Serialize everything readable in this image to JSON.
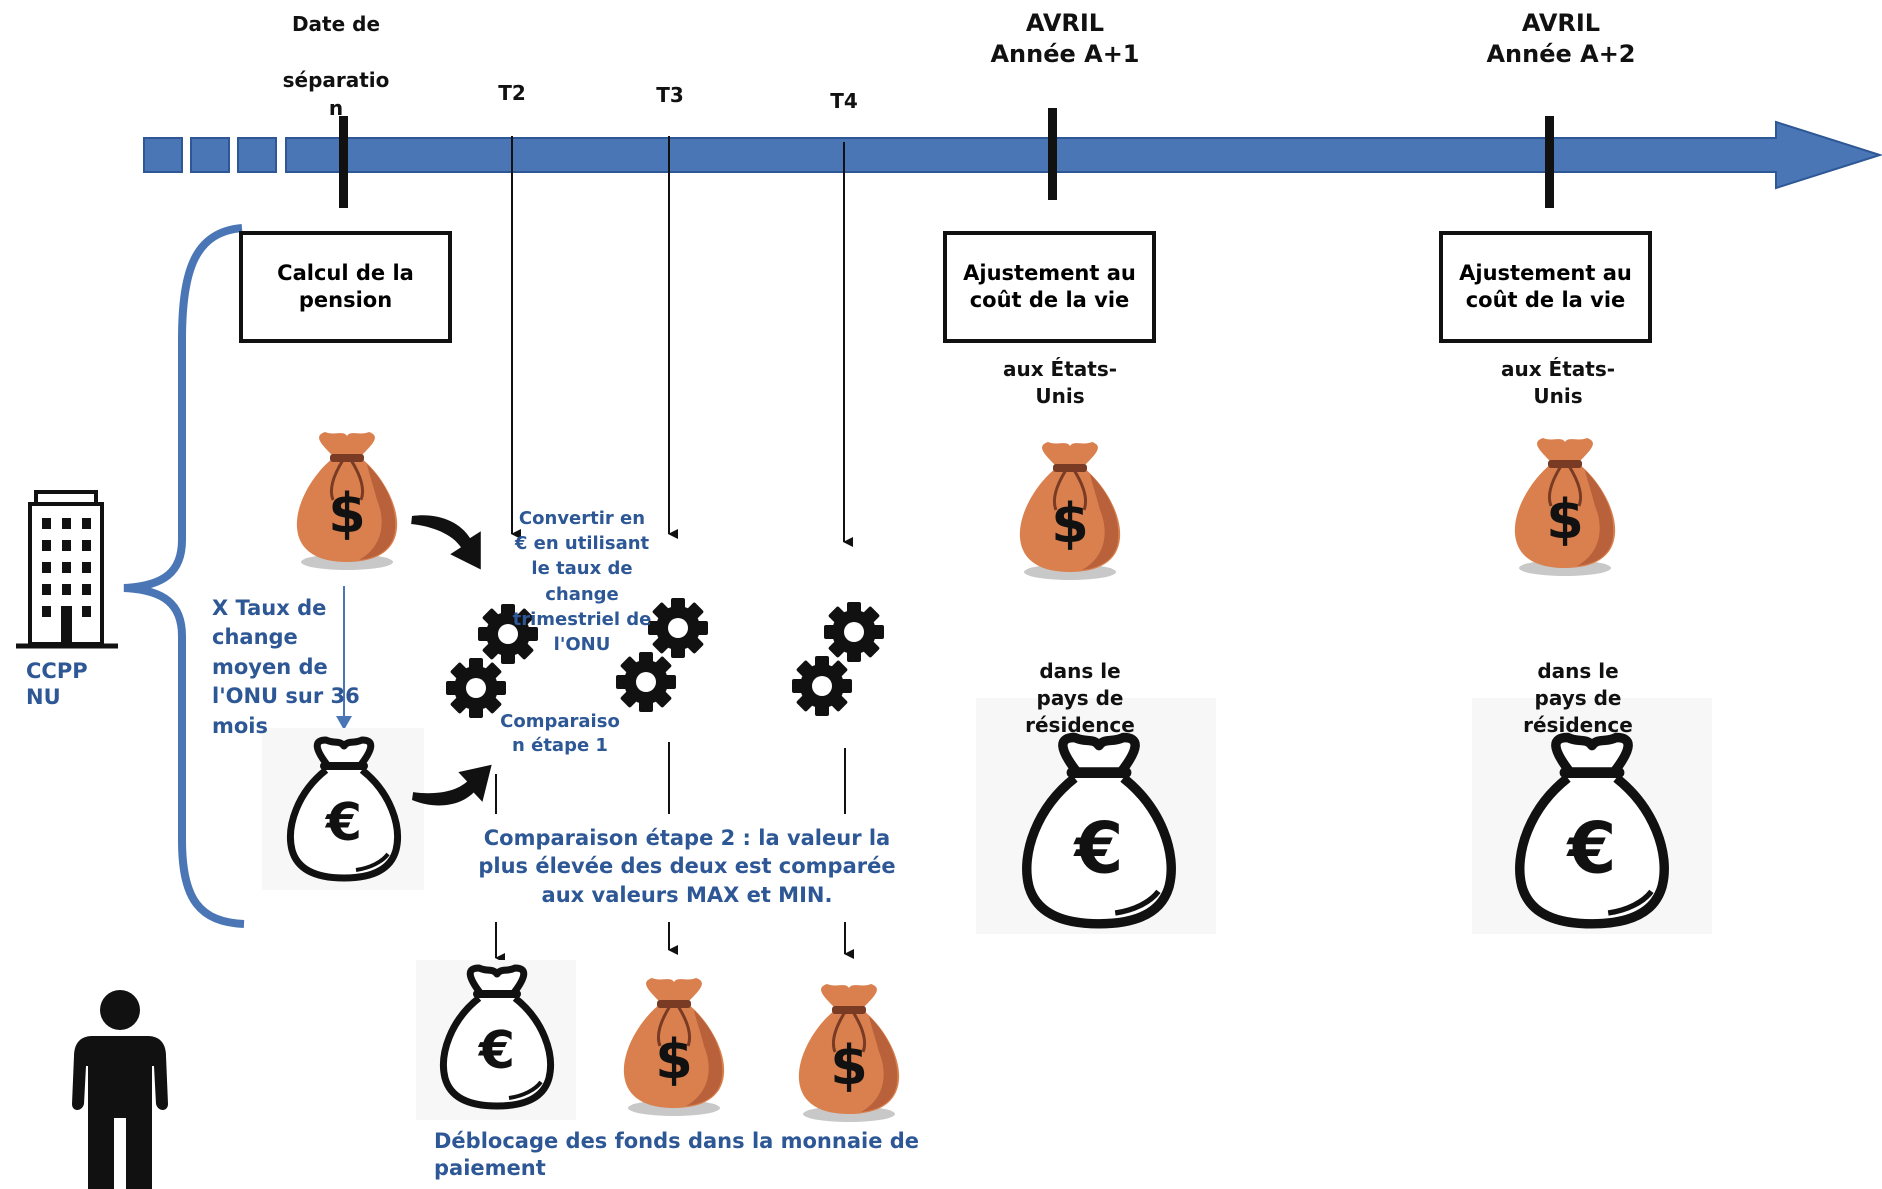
{
  "timeline": {
    "separation_label": "Date de\n\nséparatio\nn",
    "t2_label": "T2",
    "t3_label": "T3",
    "t4_label": "T4",
    "april_a1_label": "AVRIL\nAnnée A+1",
    "april_a2_label": "AVRIL\nAnnée A+2"
  },
  "boxes": {
    "pension_calc": "Calcul de la\npension",
    "cola_a1": "Ajustement au\ncoût de la vie",
    "cola_a2": "Ajustement au\ncoût de la vie"
  },
  "labels": {
    "us_a1": "aux États-\nUnis",
    "us_a2": "aux États-\nUnis",
    "residence_a1": "dans le\npays de\nrésidence",
    "residence_a2": "dans le\npays de\nrésidence",
    "ccpp": "CCPP\nNU",
    "exchange_36": "X Taux de\nchange\nmoyen de\nl'ONU sur 36\nmois",
    "convert": "Convertir en\n€ en utilisant\nle taux de\nchange\ntrimestriel de\nl'ONU",
    "comparison_1": "Comparaiso\nn étape 1",
    "comparison_2": "Comparaison étape 2 : la valeur la\nplus élevée des deux est comparée\naux valeurs MAX et MIN.",
    "release": "Déblocage des fonds dans la monnaie de\npaiement"
  },
  "colors": {
    "timeline_blue": "#4a76b6",
    "text_blue": "#2d5795",
    "bag_orange": "#d9804e",
    "bag_dark": "#b8613a"
  },
  "icons": {
    "building": "building-icon",
    "person": "person-icon",
    "gear": "gear-icon",
    "dollar_bag": "dollar-money-bag-icon",
    "euro_bag": "euro-money-bag-icon"
  }
}
